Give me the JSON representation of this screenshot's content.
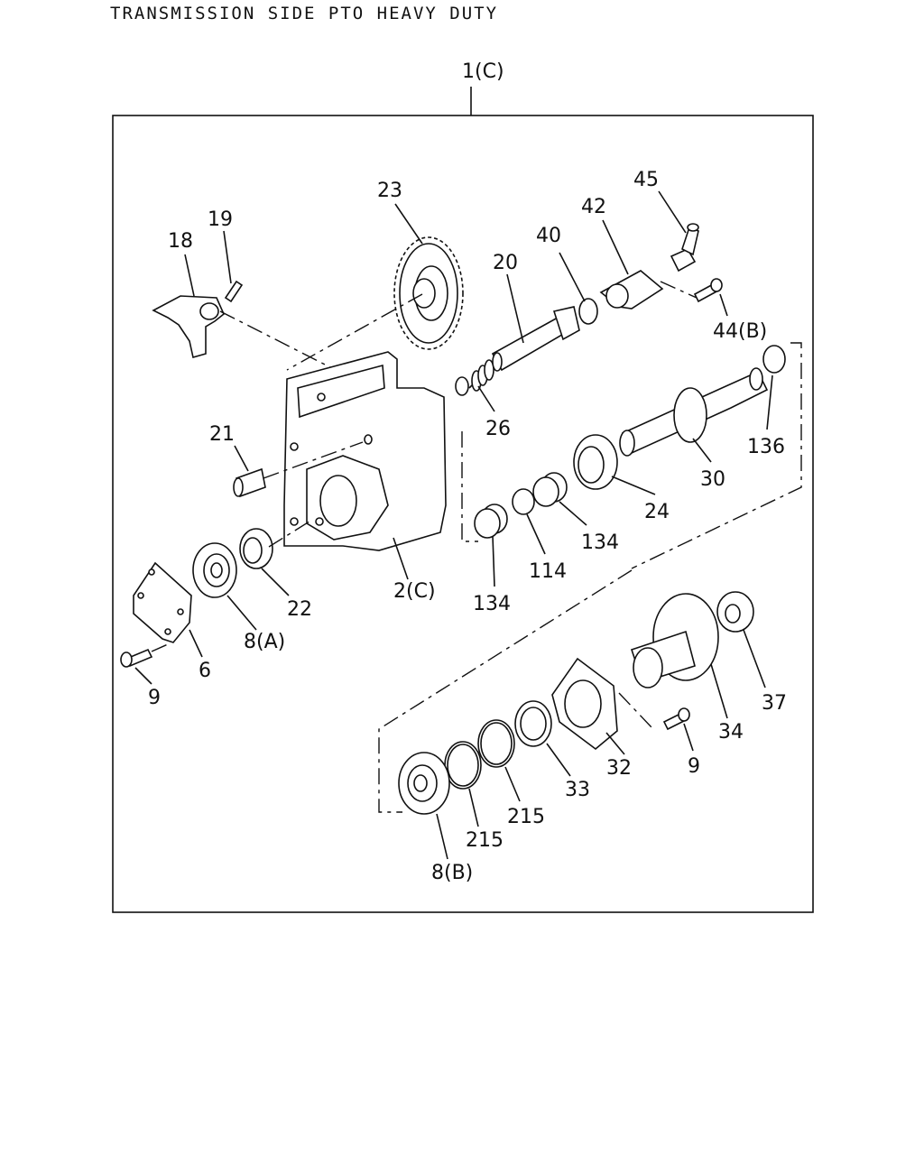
{
  "title": "TRANSMISSION SIDE PTO HEAVY DUTY",
  "assembly_label": "1(C)",
  "callouts": {
    "p23": "23",
    "p19": "19",
    "p18": "18",
    "p40": "40",
    "p42": "42",
    "p45": "45",
    "p20": "20",
    "p44b": "44(B)",
    "p136": "136",
    "p26": "26",
    "p21": "21",
    "p30": "30",
    "p24": "24",
    "p134a": "134",
    "p114": "114",
    "p134b": "134",
    "p22": "22",
    "p2c": "2(C)",
    "p8a": "8(A)",
    "p6": "6",
    "p9a": "9",
    "p37": "37",
    "p34": "34",
    "p32": "32",
    "p9b": "9",
    "p33": "33",
    "p215a": "215",
    "p215b": "215",
    "p8b": "8(B)"
  }
}
